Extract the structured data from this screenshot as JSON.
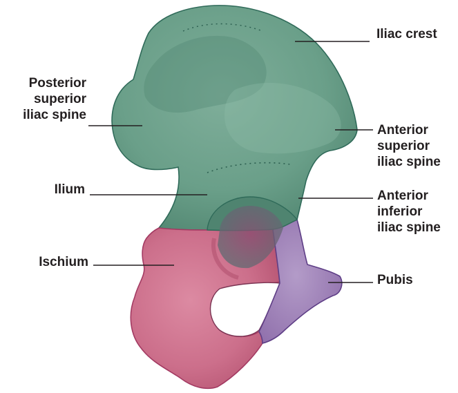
{
  "figure": {
    "labels": {
      "iliac_crest": [
        "Iliac crest"
      ],
      "posterior_superior_iliac_spine": [
        "Posterior",
        "superior",
        "iliac spine"
      ],
      "ilium": [
        "Ilium"
      ],
      "ischium": [
        "Ischium"
      ],
      "anterior_superior_iliac_spine": [
        "Anterior",
        "superior",
        "iliac spine"
      ],
      "anterior_inferior_iliac_spine": [
        "Anterior",
        "inferior",
        "iliac spine"
      ],
      "pubis": [
        "Pubis"
      ]
    },
    "colors": {
      "ilium": "#5f9480",
      "ischium": "#c96a86",
      "pubis": "#9a7bb1",
      "outline_ilium": "#2f6a59",
      "outline_ischium": "#a33a62",
      "outline_pubis": "#5e3e86",
      "leader_line": "#231f20",
      "text": "#231f20"
    }
  }
}
